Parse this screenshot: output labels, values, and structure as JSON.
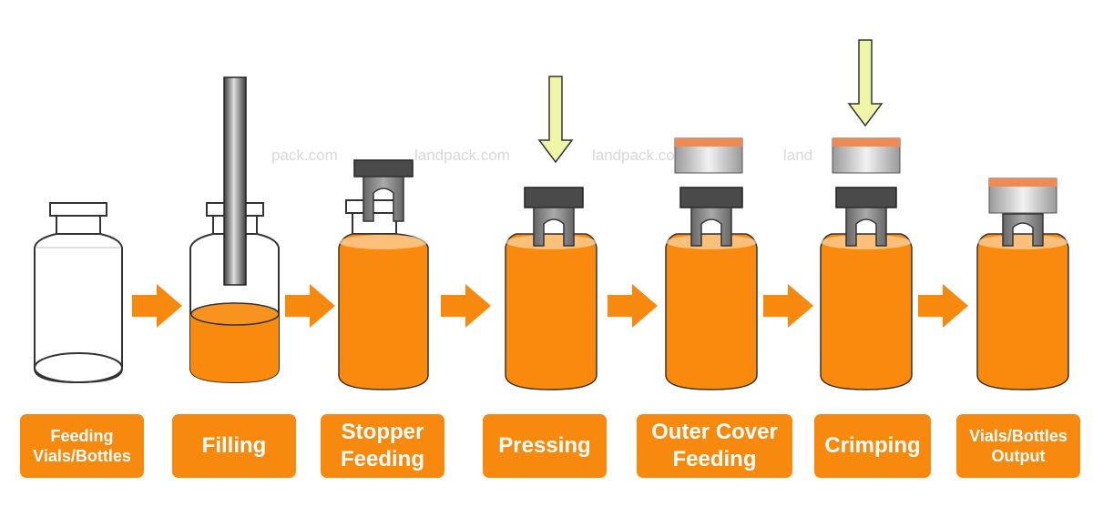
{
  "colors": {
    "orange": "#f7890f",
    "liquid": "#f98a0d",
    "glass_outline": "#3a3a3a",
    "stopper": "#4a4a4a",
    "cap_silver": "#c9c9c9",
    "cap_top": "#f08a55",
    "arrow_press": "#eef7a8",
    "needle": "#7a7a7a"
  },
  "watermark": {
    "texts": [
      "pack.com",
      "landpack.com",
      "landpack.com",
      "land"
    ]
  },
  "steps": [
    {
      "id": "feeding",
      "label": "Feeding\nVials/Bottles"
    },
    {
      "id": "filling",
      "label": "Filling"
    },
    {
      "id": "stopper-feeding",
      "label": "Stopper\nFeeding"
    },
    {
      "id": "pressing",
      "label": "Pressing"
    },
    {
      "id": "outer-cover-feeding",
      "label": "Outer Cover\nFeeding"
    },
    {
      "id": "crimping",
      "label": "Crimping"
    },
    {
      "id": "output",
      "label": "Vials/Bottles\nOutput"
    }
  ]
}
